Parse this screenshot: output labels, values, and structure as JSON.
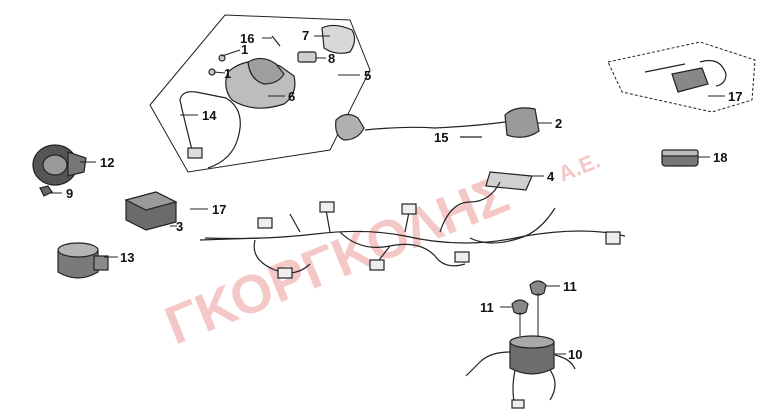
{
  "watermark": {
    "brand": "ΓΚΟΡΓΚΟΛΗΣ",
    "suffix": "Α.Ε."
  },
  "callouts": [
    {
      "id": "c16",
      "text": "16"
    },
    {
      "id": "c7",
      "text": "7"
    },
    {
      "id": "c1a",
      "text": "1"
    },
    {
      "id": "c8",
      "text": "8"
    },
    {
      "id": "c1b",
      "text": "1"
    },
    {
      "id": "c5",
      "text": "5"
    },
    {
      "id": "c6",
      "text": "6"
    },
    {
      "id": "c14",
      "text": "14"
    },
    {
      "id": "c12",
      "text": "12"
    },
    {
      "id": "c9",
      "text": "9"
    },
    {
      "id": "c2",
      "text": "2"
    },
    {
      "id": "c15",
      "text": "15"
    },
    {
      "id": "c17a",
      "text": "17"
    },
    {
      "id": "c18",
      "text": "18"
    },
    {
      "id": "c4",
      "text": "4"
    },
    {
      "id": "c17b",
      "text": "17"
    },
    {
      "id": "c3",
      "text": "3"
    },
    {
      "id": "c13",
      "text": "13"
    },
    {
      "id": "c11a",
      "text": "11"
    },
    {
      "id": "c11b",
      "text": "11"
    },
    {
      "id": "c10",
      "text": "10"
    }
  ],
  "colors": {
    "line": "#222222",
    "watermark": "#f2b6b6"
  }
}
